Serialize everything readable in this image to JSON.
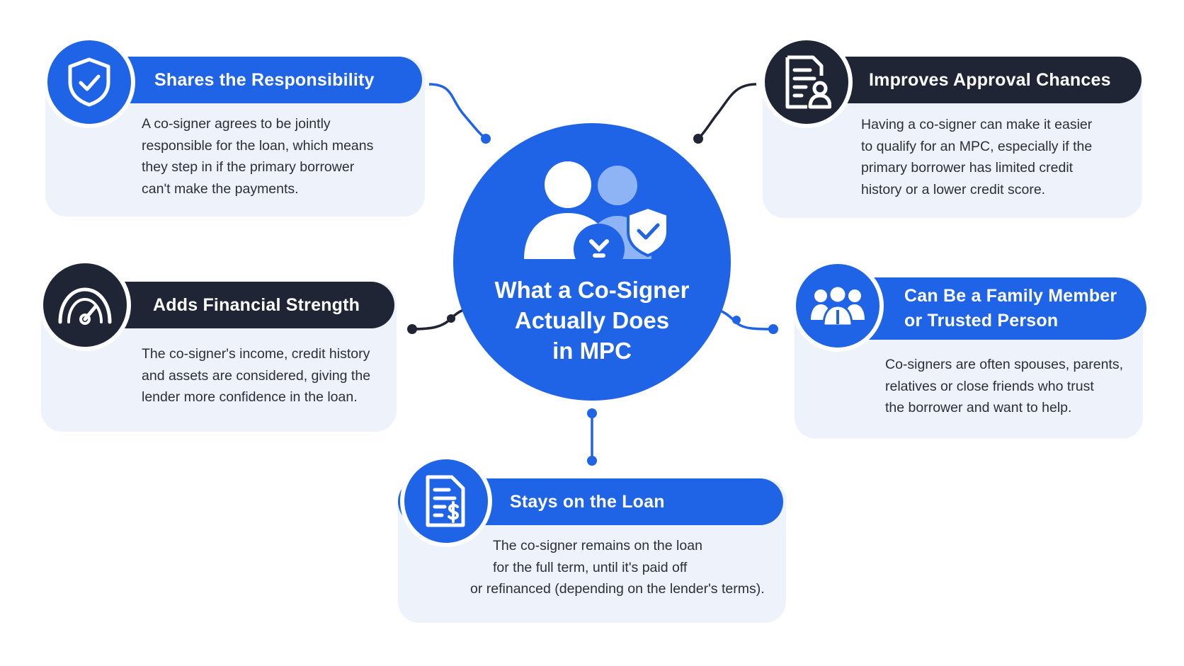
{
  "center": {
    "title_lines": [
      "What a Co-Signer",
      "Actually Does",
      "in MPC"
    ],
    "icon": "co-signer-people-shield-icon"
  },
  "cards": [
    {
      "id": "shares-responsibility",
      "title": "Shares the Responsibility",
      "icon": "shield-check-icon",
      "style": "blue",
      "lines": [
        "A co-signer agrees to be jointly",
        "responsible for the loan, which means",
        "they step in if the primary borrower",
        "can't make the payments."
      ]
    },
    {
      "id": "improves-approval",
      "title": "Improves Approval Chances",
      "icon": "document-person-icon",
      "style": "dark",
      "lines": [
        "Having a co-signer can make it easier",
        "to qualify for an MPC, especially if the",
        "primary borrower has limited credit",
        "history or a lower credit score."
      ]
    },
    {
      "id": "adds-financial-strength",
      "title": "Adds Financial Strength",
      "icon": "gauge-icon",
      "style": "dark",
      "lines": [
        "The co-signer's income, credit history",
        "and assets are considered, giving the",
        "lender more confidence in the loan."
      ]
    },
    {
      "id": "family-member",
      "title_lines": [
        "Can Be a Family Member",
        "or Trusted Person"
      ],
      "icon": "group-people-icon",
      "style": "blue",
      "lines": [
        "Co-signers are often spouses, parents,",
        "relatives or close friends who trust",
        "the borrower and want to help."
      ]
    },
    {
      "id": "stays-on-loan",
      "title": "Stays on the Loan",
      "icon": "invoice-dollar-icon",
      "style": "blue",
      "lines": [
        "The co-signer remains on the loan",
        "for the full term, until it's paid off",
        "or refinanced (depending on the lender's terms)."
      ]
    }
  ],
  "colors": {
    "primary_blue": "#1f63e6",
    "dark_navy": "#1f2535",
    "card_background": "#eef2fb",
    "light_blue_accent": "#8fb4f6"
  }
}
